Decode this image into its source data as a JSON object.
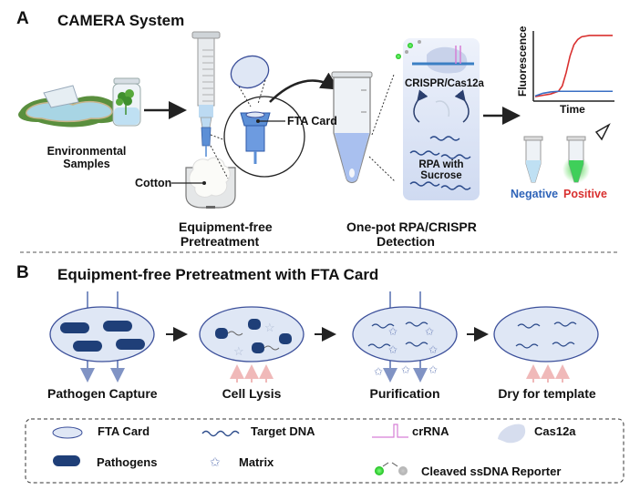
{
  "panel_a": {
    "letter": "A",
    "title": "CAMERA System",
    "samples_label_1": "Environmental",
    "samples_label_2": "Samples",
    "cotton_label": "Cotton",
    "fta_label": "FTA Card",
    "pretreatment_label_1": "Equipment-free",
    "pretreatment_label_2": "Pretreatment",
    "detection_label_1": "One-pot RPA/CRISPR",
    "detection_label_2": "Detection",
    "crispr_label": "CRISPR/Cas12a",
    "rpa_label_1": "RPA with",
    "rpa_label_2": "Sucrose",
    "negative_label": "Negative",
    "positive_label": "Positive"
  },
  "chart_data": {
    "type": "line",
    "title": "",
    "xlabel": "Time",
    "ylabel": "Fluorescence",
    "grid": false,
    "x": [
      0,
      0.1,
      0.2,
      0.3,
      0.35,
      0.4,
      0.45,
      0.5,
      0.55,
      0.6,
      0.7,
      0.8,
      0.9,
      1.0
    ],
    "series": [
      {
        "name": "Positive",
        "color": "#d9302f",
        "values": [
          0.04,
          0.06,
          0.08,
          0.12,
          0.2,
          0.4,
          0.65,
          0.82,
          0.9,
          0.94,
          0.96,
          0.96,
          0.96,
          0.96
        ]
      },
      {
        "name": "Negative",
        "color": "#3a6fc4",
        "values": [
          0.05,
          0.09,
          0.11,
          0.12,
          0.12,
          0.12,
          0.12,
          0.12,
          0.12,
          0.12,
          0.12,
          0.12,
          0.12,
          0.12
        ]
      }
    ],
    "xlim": [
      0,
      1
    ],
    "ylim": [
      0,
      1
    ]
  },
  "panel_b": {
    "letter": "B",
    "title": "Equipment-free Pretreatment with FTA Card",
    "steps": [
      {
        "label": "Pathogen Capture"
      },
      {
        "label": "Cell Lysis"
      },
      {
        "label": "Purification"
      },
      {
        "label": "Dry for template"
      }
    ]
  },
  "legend": {
    "items": [
      {
        "label": "FTA Card",
        "icon": "ellipse-card-icon"
      },
      {
        "label": "Target DNA",
        "icon": "dna-helix-icon"
      },
      {
        "label": "crRNA",
        "icon": "crrna-hairpin-icon"
      },
      {
        "label": "Cas12a",
        "icon": "cas12a-protein-icon"
      },
      {
        "label": "Pathogens",
        "icon": "pathogen-rod-icon"
      },
      {
        "label": "Matrix",
        "icon": "matrix-star-icon"
      },
      {
        "label": "Cleaved ssDNA Reporter",
        "icon": "cleaved-reporter-icon"
      }
    ]
  },
  "colors": {
    "card_fill": "#dfe7f5",
    "card_stroke": "#3b4f9a",
    "pathogen": "#1f3f78",
    "dna": "#2b4a8a",
    "negative": "#2e63b8",
    "positive": "#d9302f",
    "green": "#3bd23b",
    "pink_arrow": "#f0b9b9",
    "flow_arrow": "#8093c4"
  }
}
